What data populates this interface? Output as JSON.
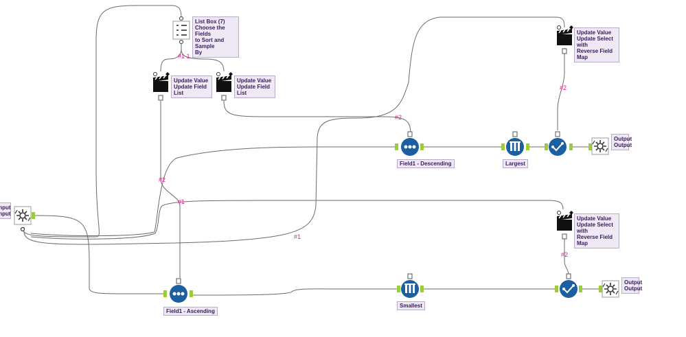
{
  "colors": {
    "wire": "#6a6a6a",
    "anchor_green": "#9ccc3c",
    "node_blue": "#1b5fa0",
    "wire_label": "#e0208a",
    "annotation_bg": "#efe9f6"
  },
  "tools": [
    {
      "id": "macro-input",
      "icon": "gear-arrows-icon",
      "label": "Input\nInput"
    },
    {
      "id": "listbox",
      "icon": "checklist-icon",
      "label": "List Box (7)\nChoose the Fields\nto Sort and Sample\nBy"
    },
    {
      "id": "action-left",
      "icon": "clapperboard-icon",
      "label": "Update Value\nUpdate Field List"
    },
    {
      "id": "action-right",
      "icon": "clapperboard-icon",
      "label": "Update Value\nUpdate Field List"
    },
    {
      "id": "action-top",
      "icon": "clapperboard-icon",
      "label": "Update Value\nUpdate Select with\nReverse Field Map"
    },
    {
      "id": "action-mid",
      "icon": "clapperboard-icon",
      "label": "Update Value\nUpdate Select with\nReverse Field Map"
    },
    {
      "id": "sort-desc",
      "icon": "sort-icon",
      "label": "Field1 - Descending"
    },
    {
      "id": "sort-asc",
      "icon": "sort-icon",
      "label": "Field1 - Ascending"
    },
    {
      "id": "sample-largest",
      "icon": "sample-icon",
      "label": "Largest"
    },
    {
      "id": "sample-smallest",
      "icon": "sample-icon",
      "label": "Smallest"
    },
    {
      "id": "select-top",
      "icon": "select-check-icon",
      "label": ""
    },
    {
      "id": "select-bottom",
      "icon": "select-check-icon",
      "label": ""
    },
    {
      "id": "output-top",
      "icon": "gear-arrows-icon",
      "label": "Output\nOutput"
    },
    {
      "id": "output-bottom",
      "icon": "gear-arrows-icon",
      "label": "Output\nOutput"
    }
  ],
  "wire_labels": [
    "#1 1",
    "#2",
    "#2",
    "#1",
    "#1",
    "#2",
    "#2"
  ]
}
